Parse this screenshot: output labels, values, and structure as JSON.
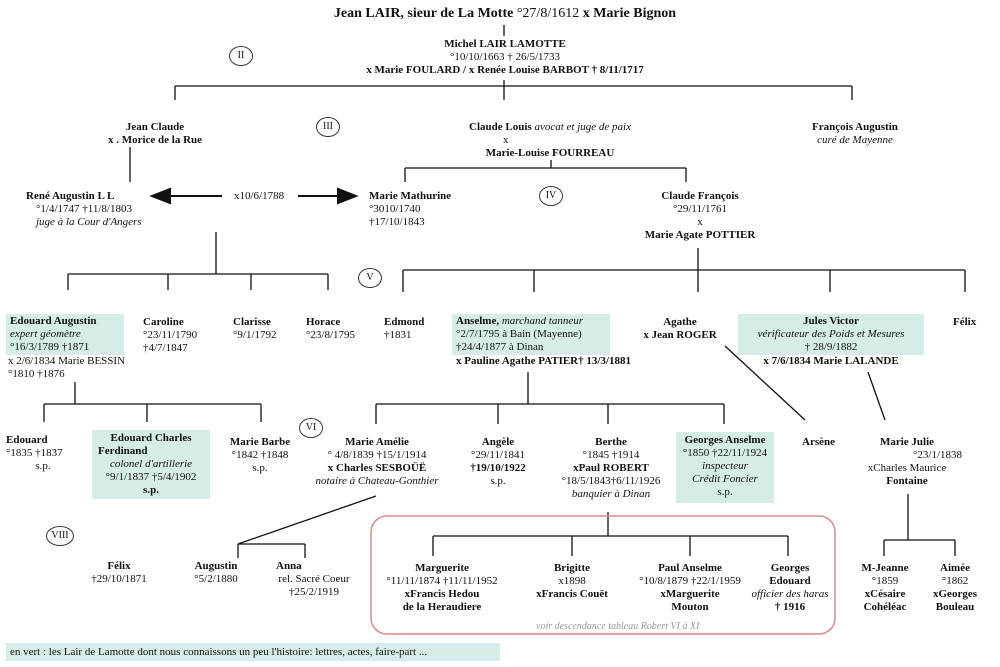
{
  "root": {
    "name": "Jean LAIR, sieur de La Motte",
    "birth": "°27/8/1612",
    "spouse": "x Marie Bignon"
  },
  "generations": [
    "II",
    "III",
    "IV",
    "V",
    "VI",
    "VIII"
  ],
  "gen2": {
    "name": "Michel LAIR  LAMOTTE",
    "dates": "°10/10/1663 † 26/5/1733",
    "spouses": "x Marie FOULARD  / x Renée Louise BARBOT † 8/11/1717"
  },
  "gen3": {
    "jean_claude": {
      "name": "Jean Claude",
      "spouse": "x . Morice de la Rue"
    },
    "claude_louis": {
      "name": "Claude Louis",
      "role": "avocat et juge de paix",
      "x": "x",
      "spouse": "Marie-Louise FOURREAU"
    },
    "francois_augustin": {
      "name": "François Augustin",
      "role": "curé de Mayenne"
    }
  },
  "gen4": {
    "rene": {
      "name": "René Augustin L L",
      "dates": "°1/4/1747 †11/8/1803",
      "role": "juge à la Cour d'Angers"
    },
    "marriage": "x10/6/1788",
    "marie_mathurine": {
      "name": "Marie Mathurine",
      "birth": "°3010/1740",
      "death": "†17/10/1843"
    },
    "claude_francois": {
      "name": "Claude François",
      "birth": "°29/11/1761",
      "x": "x",
      "spouse": "Marie Agate POTTIER"
    }
  },
  "gen5": {
    "edouard_augustin": {
      "name": "Edouard Augustin",
      "role": "expert géomètre",
      "dates": "°16/3/1789 †1871",
      "marriage": "x 2/6/1834  Marie BESSIN",
      "spouse_dates": "°1810 †1876"
    },
    "caroline": {
      "name": "Caroline",
      "birth": "°23/11/1790",
      "death": "†4/7/1847"
    },
    "clarisse": {
      "name": "Clarisse",
      "birth": "°9/1/1792"
    },
    "horace": {
      "name": "Horace",
      "birth": "°23/8/1795"
    },
    "edmond": {
      "name": "Edmond",
      "death": "†1831"
    },
    "anselme": {
      "name": "Anselme,",
      "role": "marchand tanneur",
      "birth": "°2/7/1795 à Bain (Mayenne)",
      "death": "†24/4/1877 à Dinan",
      "spouse": "x Pauline Agathe PATIER† 13/3/1881"
    },
    "agathe": {
      "name": "Agathe",
      "spouse": "x Jean ROGER"
    },
    "jules_victor": {
      "name": "Jules Victor",
      "role": "vérificateur des Poids et Mesures",
      "death": "† 28/9/1882",
      "spouse": "x 7/6/1834 Marie LALANDE"
    },
    "felix": {
      "name": "Félix"
    }
  },
  "gen6": {
    "edouard": {
      "name": "Edouard",
      "dates": "°1835 †1837",
      "sp": "s.p."
    },
    "edouard_charles": {
      "name1": "Edouard Charles",
      "name2": "Ferdinand",
      "role": "colonel d'artillerie",
      "dates": "°9/1/1837 †5/4/1902",
      "sp": "s.p."
    },
    "marie_barbe": {
      "name": "Marie Barbe",
      "dates": "°1842  †1848",
      "sp": "s.p."
    },
    "marie_amelie": {
      "name": "Marie Amélie",
      "dates": "° 4/8/1839 †15/1/1914",
      "spouse": "x Charles SESBOÜË",
      "role": "notaire  à Chateau-Gonthier"
    },
    "angele": {
      "name": "Angèle",
      "birth": "°29/11/1841",
      "death": "†19/10/1922",
      "sp": "s.p."
    },
    "berthe": {
      "name": "Berthe",
      "dates": "°1845 †1914",
      "spouse": "xPaul ROBERT",
      "spouse_dates": "°18/5/1843†6/11/1926",
      "role": "banquier à Dinan"
    },
    "georges_anselme": {
      "name": "Georges Anselme",
      "dates": "°1850 †22/11/1924",
      "role1": "inspecteur",
      "role2": "Crédit Foncier",
      "sp": "s.p."
    },
    "arsene": {
      "name": "Arsène"
    },
    "marie_julie": {
      "name": "Marie Julie",
      "birth": "°23/1/1838",
      "spouse1": "xCharles Maurice",
      "spouse2": "Fontaine"
    }
  },
  "gen7": {
    "felix": {
      "name": "Félix",
      "death": "†29/10/1871"
    },
    "augustin": {
      "name": "Augustin",
      "birth": "°5/2/1880"
    },
    "anna": {
      "name": "Anna",
      "role": "rel. Sacré Coeur",
      "death": "†25/2/1919"
    },
    "marguerite": {
      "name": "Marguerite",
      "dates": "°11/11/1874 †11/11/1952",
      "spouse1": "xFrancis Hedou",
      "spouse2": "de la Heraudiere"
    },
    "brigitte": {
      "name": "Brigitte",
      "birth": "x1898",
      "spouse": "xFrancis Couët"
    },
    "paul_anselme": {
      "name": "Paul Anselme",
      "dates": "°10/8/1879 †22/1/1959",
      "spouse1": "xMarguerite",
      "spouse2": "Mouton"
    },
    "georges_edouard": {
      "name1": "Georges",
      "name2": "Edouard",
      "role": "officier des haras",
      "death": "† 1916"
    },
    "see_also": "voir descendance tableau Robert VI à XI",
    "m_jeanne": {
      "name": "M-Jeanne",
      "birth": "°1859",
      "spouse1": "xCésaire",
      "spouse2": "Cohéléac"
    },
    "aimee": {
      "name": "Aimée",
      "birth": "°1862",
      "spouse1": "xGeorges",
      "spouse2": "Bouleau"
    }
  },
  "legend": "en vert : les Lair de Lamotte dont nous connaissons un peu l'histoire: lettres, actes, faire-part ...",
  "colors": {
    "highlight": "#d6ece9",
    "box_border": "#d98a8a",
    "line": "#111111"
  }
}
